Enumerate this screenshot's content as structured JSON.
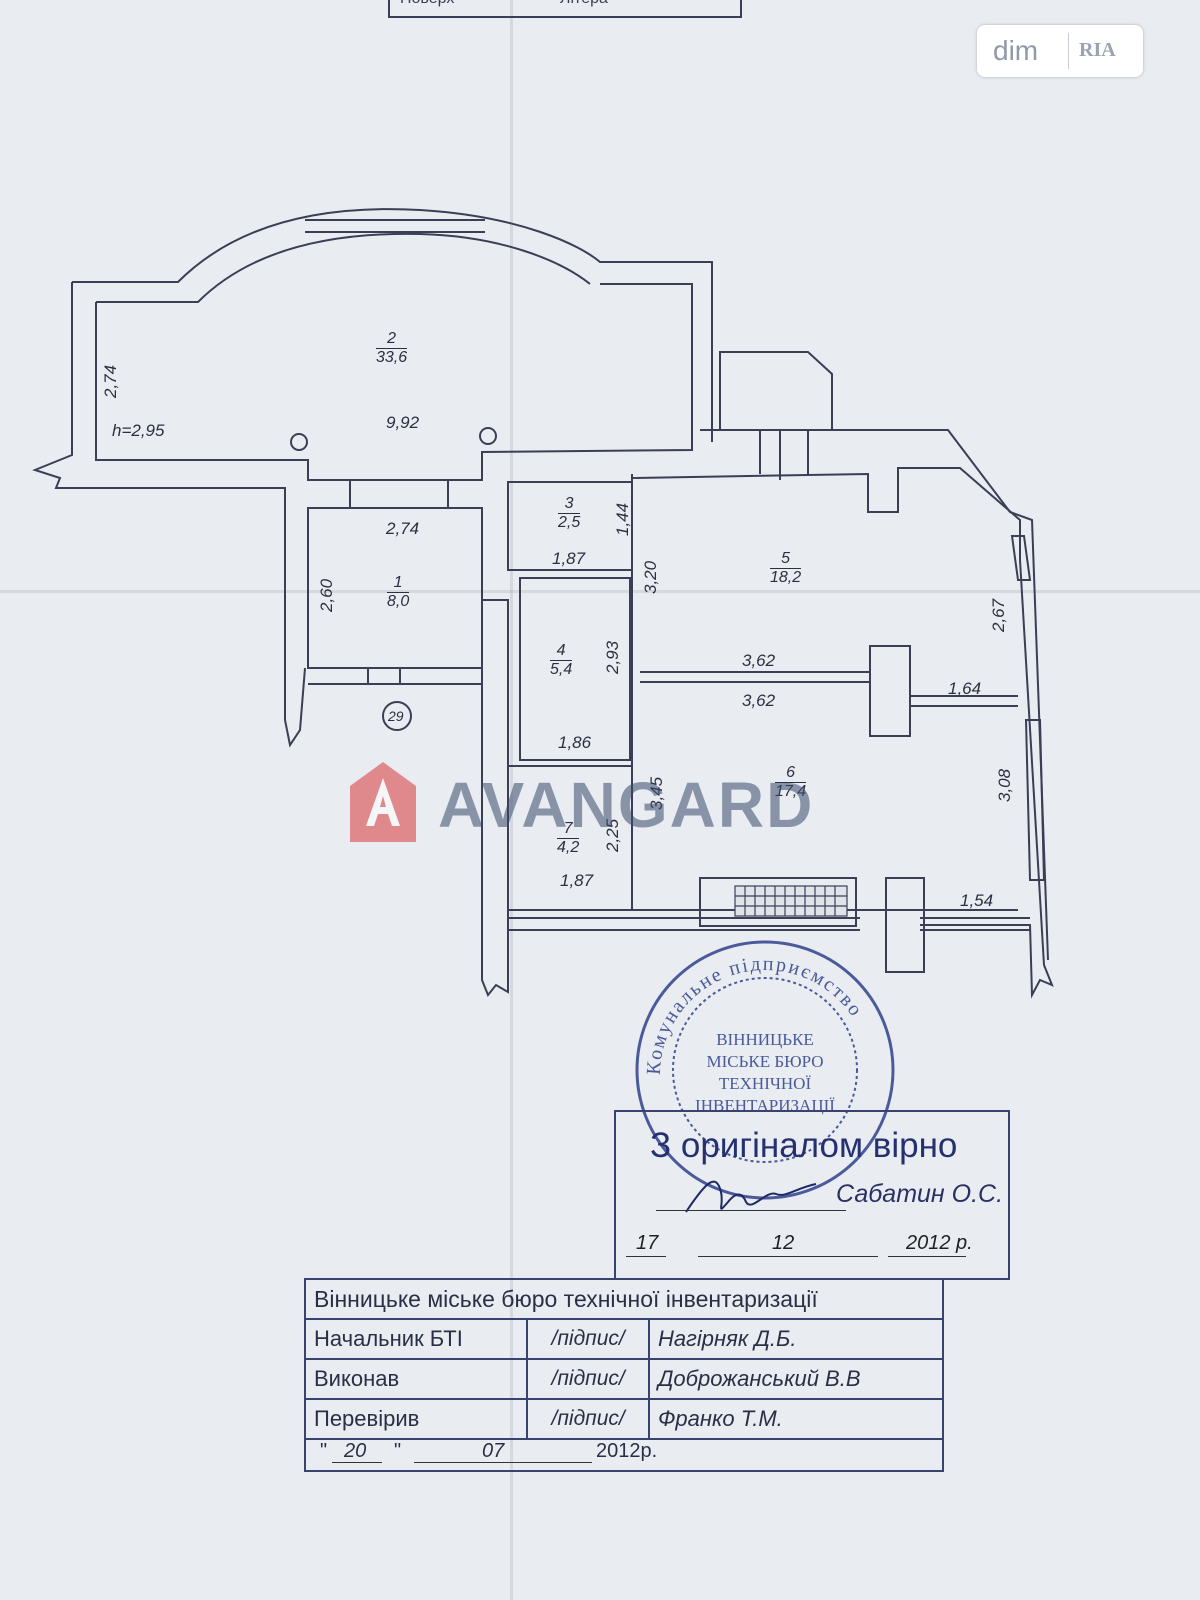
{
  "header": {
    "floor_label": "Поверх",
    "floor_value_label": "Літера"
  },
  "badge": {
    "dim": "dim",
    "ria": "RIA"
  },
  "watermark": {
    "text": "AVANGARD"
  },
  "rooms": [
    {
      "num": "1",
      "area": "8,0"
    },
    {
      "num": "2",
      "area": "33,6"
    },
    {
      "num": "3",
      "area": "2,5"
    },
    {
      "num": "4",
      "area": "5,4"
    },
    {
      "num": "5",
      "area": "18,2"
    },
    {
      "num": "6",
      "area": "17,4"
    },
    {
      "num": "7",
      "area": "4,2"
    }
  ],
  "dimensions": {
    "r2_height_side": "2,74",
    "r2_h": "h=2,95",
    "r2_length": "9,92",
    "r1_width": "2,74",
    "r1_depth": "2,60",
    "r3_width": "1,87",
    "r3_depth": "1,44",
    "r5_depth": "3,20",
    "r5_width": "3,62",
    "r5_side": "2,67",
    "r4_depth": "2,93",
    "r4_width": "1,86",
    "r6_width": "3,62",
    "r6_depth": "3,45",
    "r6_side": "3,08",
    "balcony1": "1,64",
    "balcony2": "1,54",
    "r7_depth": "2,25",
    "r7_width": "1,87",
    "apartment_no": "29"
  },
  "certification": {
    "title": "З оригіналом вірно",
    "signer": "Сабатин О.С.",
    "day": "17",
    "month": "12",
    "year": "2012 р."
  },
  "seal": {
    "outer_text": "Комунальне підприємство",
    "inner_text": [
      "ВІННИЦЬКЕ",
      "МІСЬКЕ БЮРО",
      "ТЕХНІЧНОЇ",
      "ІНВЕНТАРИЗАЦІЇ"
    ]
  },
  "bti_table": {
    "header": "Вінницьке міське бюро технічної інвентаризації",
    "rows": [
      {
        "role": "Начальник БТІ",
        "sign": "/підпис/",
        "name": "Нагірняк Д.Б."
      },
      {
        "role": "Виконав",
        "sign": "/підпис/",
        "name": "Доброжанський В.В"
      },
      {
        "role": "Перевірив",
        "sign": "/підпис/",
        "name": "Франко Т.М."
      }
    ],
    "date_day": "20",
    "date_month": "07",
    "date_year": "2012р."
  }
}
